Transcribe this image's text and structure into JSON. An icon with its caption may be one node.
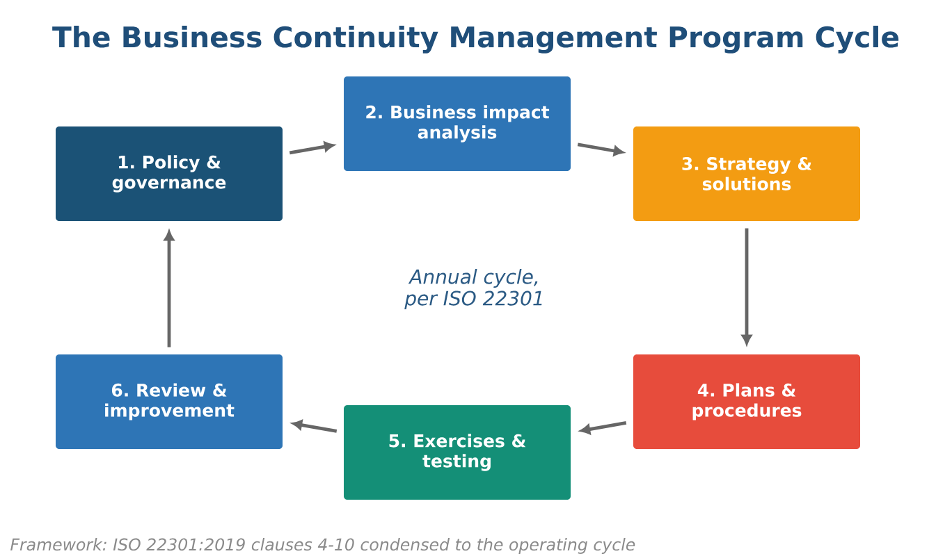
{
  "diagram": {
    "title": "The Business Continuity Management Program Cycle",
    "caption": "Framework: ISO 22301:2019 clauses 4-10 condensed to the operating cycle",
    "nodes": [
      {
        "text": [
          "1. Policy & governance"
        ]
      },
      {
        "text": [
          "2. Business impact analysis"
        ]
      },
      {
        "text": [
          "3. Strategy & solutions"
        ]
      },
      {
        "text": [
          "4. Plans & procedures"
        ]
      },
      {
        "text": [
          "5. Exercises & testing"
        ]
      },
      {
        "text": [
          "6. Review & improvement"
        ]
      }
    ],
    "edges": [
      {
        "from": 0,
        "to": 1,
        "arrow": "to"
      },
      {
        "from": 1,
        "to": 2,
        "arrow": "to"
      },
      {
        "from": 2,
        "to": 3,
        "arrow": "to"
      },
      {
        "from": 3,
        "to": 4,
        "arrow": "to"
      },
      {
        "from": 4,
        "to": 5,
        "arrow": "to"
      },
      {
        "from": 5,
        "to": 0,
        "arrow": "to"
      }
    ],
    "labels": [
      "Annual cycle, per ISO 22301"
    ]
  }
}
